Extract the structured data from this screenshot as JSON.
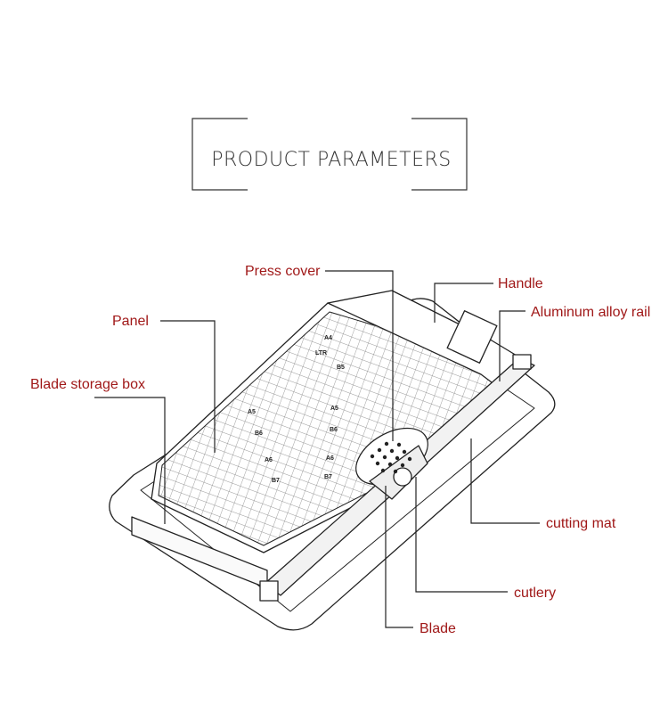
{
  "title": "PRODUCT PARAMETERS",
  "colors": {
    "label": "#a01818",
    "line": "#222222",
    "frame": "#333333"
  },
  "labels": {
    "press_cover": "Press cover",
    "handle": "Handle",
    "panel": "Panel",
    "aluminum_rail": "Aluminum alloy rail",
    "blade_box": "Blade storage box",
    "cutting_mat": "cutting mat",
    "cutlery": "cutlery",
    "blade": "Blade"
  },
  "panel_marks": {
    "a4": "A4",
    "ltr": "LTR",
    "b5": "B5",
    "a5_left": "A5",
    "a5_right": "A5",
    "b6_left": "B6",
    "b6_right": "B6",
    "a6_left": "A6",
    "a6_right": "A6",
    "b7_left": "B7",
    "b7_right": "B7"
  }
}
